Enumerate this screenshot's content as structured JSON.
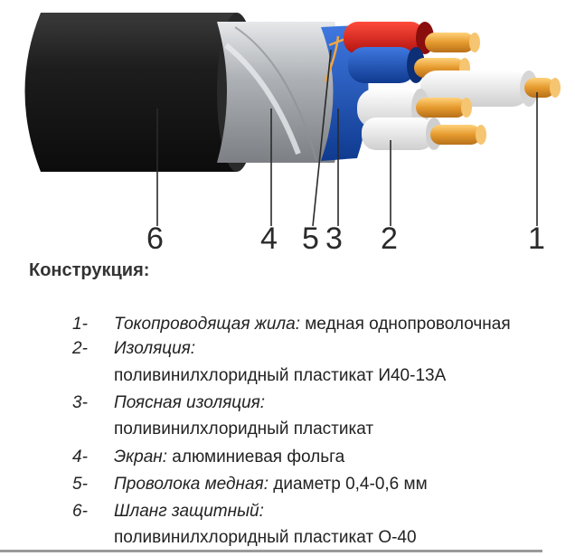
{
  "callouts": [
    "6",
    "4",
    "5",
    "3",
    "2",
    "1"
  ],
  "title": "Конструкция:",
  "items": [
    {
      "num": "1-",
      "term": "Токопроводящая жила:",
      "desc": " медная однопроволочная",
      "line2": ""
    },
    {
      "num": "2-",
      "term": "Изоляция:",
      "desc": "",
      "line2": "поливинилхлоридный пластикат И40-13А"
    },
    {
      "num": "3-",
      "term": "Поясная изоляция:",
      "desc": "",
      "line2": "поливинилхлоридный пластикат"
    },
    {
      "num": "4-",
      "term": "Экран:",
      "desc": " алюминиевая фольга",
      "line2": ""
    },
    {
      "num": "5-",
      "term": "Проволока медная:",
      "desc": " диаметр 0,4-0,6 мм",
      "line2": ""
    },
    {
      "num": "6-",
      "term": "Шланг защитный:",
      "desc": "",
      "line2": "поливинилхлоридный пластикат О-40"
    }
  ],
  "colors": {
    "sheath": "#1c1c1c",
    "foil": "#b9bcc0",
    "belt_insulation": "#1a4fb5",
    "copper": "#e8a33a",
    "red_core": "#e01f1f",
    "white_core": "#f2f2f2"
  }
}
